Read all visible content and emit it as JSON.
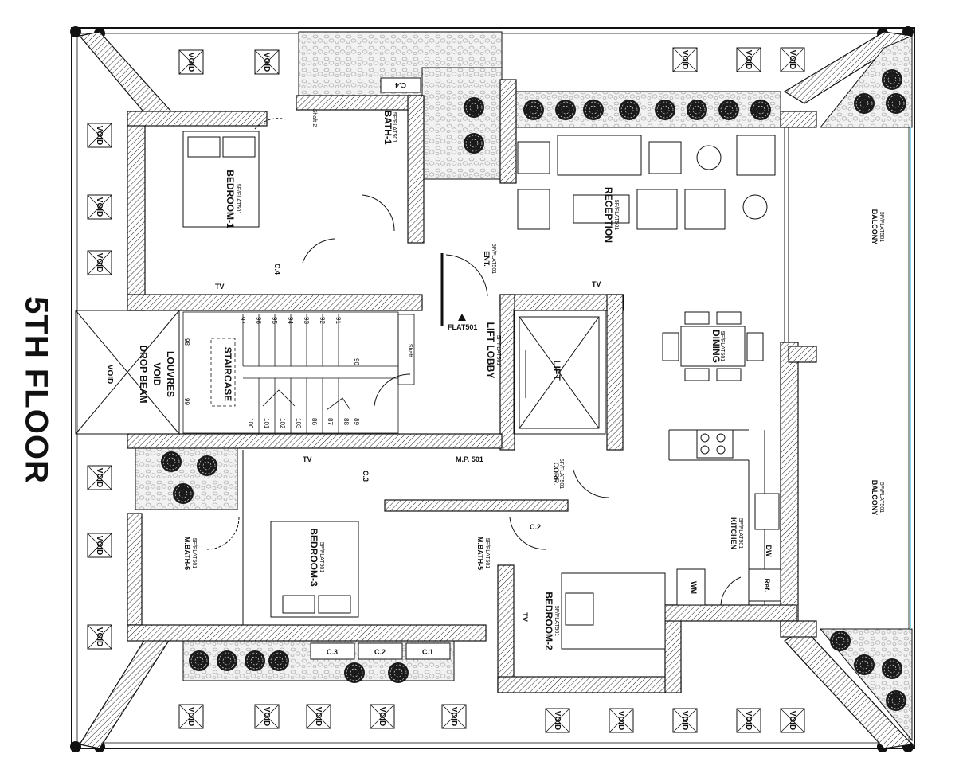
{
  "title": "5TH FLOOR",
  "rooms": {
    "bedroom1": {
      "name": "BEDROOM-1",
      "sub": "5F/FLAT501"
    },
    "bedroom2": {
      "name": "BEDROOM-2",
      "sub": "5F/FLAT501"
    },
    "bedroom3": {
      "name": "BEDROOM-3",
      "sub": "5F/FLAT501"
    },
    "bath1": {
      "name": "BATH-1",
      "sub": "5F/FLAT501"
    },
    "mbath5": {
      "name": "M.BATH-5",
      "sub": "5F/FLAT501"
    },
    "mbath6": {
      "name": "M.BATH-6",
      "sub": "5F/FLAT501"
    },
    "reception": {
      "name": "RECEPTION",
      "sub": "5F/FLAT501"
    },
    "dining": {
      "name": "DINING",
      "sub": "5F/FLAT501"
    },
    "kitchen": {
      "name": "KITCHEN",
      "sub": "5F/FLAT501"
    },
    "balcony_top": {
      "name": "BALCONY",
      "sub": "5F/FLAT501"
    },
    "balcony_bottom": {
      "name": "BALCONY",
      "sub": "5F/FLAT501"
    },
    "lift_lobby": {
      "name": "LIFT LOBBY",
      "sub": "5F/FLAT501"
    },
    "corr": {
      "name": "CORR.",
      "sub": "5F/FLAT501"
    },
    "ent": {
      "name": "ENT.",
      "sub": "5F/FLAT501"
    }
  },
  "labels": {
    "staircase": "STAIRCASE",
    "lift": "LIFT",
    "flat": "FLAT501",
    "mp": "M.P. 501",
    "louvres": "LOUVRES",
    "void": "VOID",
    "drop_beam": "DROP BEAM",
    "shaft": "Shaft",
    "shaft2": "Shaft-2",
    "tv": "TV",
    "wm": "WM",
    "dw": "DW",
    "ref": "Ref.",
    "c1": "C.1",
    "c2": "C.2",
    "c3": "C.3",
    "c4": "C.4"
  },
  "stair_numbers": [
    "91",
    "92",
    "93",
    "94",
    "95",
    "96",
    "97",
    "98",
    "99",
    "100",
    "101",
    "102",
    "103",
    "87",
    "88",
    "89",
    "90",
    "86"
  ]
}
